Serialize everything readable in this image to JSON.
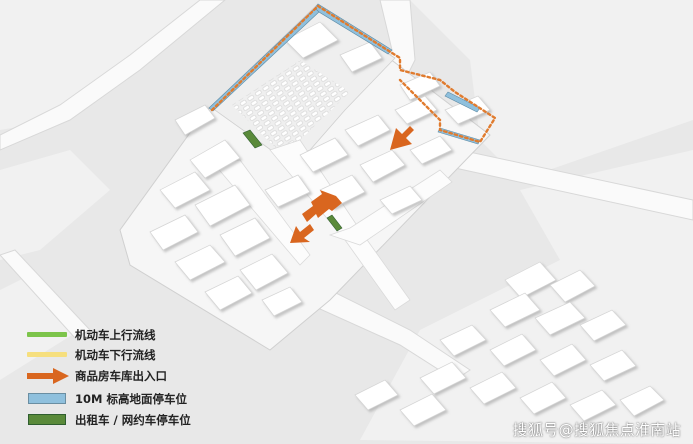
{
  "legend": {
    "items": [
      {
        "label": "机动车上行流线",
        "kind": "line",
        "color": "#7cc44a"
      },
      {
        "label": "机动车下行流线",
        "kind": "line",
        "color": "#f6df7e"
      },
      {
        "label": "商品房车库出入口",
        "kind": "arrow",
        "color": "#d9661f"
      },
      {
        "label": "10M 标高地面停车位",
        "kind": "box",
        "color": "#8fc0dd"
      },
      {
        "label": "出租车 / 网约车停车位",
        "kind": "box",
        "color": "#5a8a3a"
      }
    ]
  },
  "watermark": "搜狐号@搜狐焦点淮南站",
  "colors": {
    "ground": "#e9e9e9",
    "block": "#f7f7f7",
    "road": "#fbfbfb",
    "building": "#ffffff",
    "route_orange": "#e07b2e",
    "arrow": "#d9661f",
    "parking_blue": "#8fc0dd",
    "taxi_green": "#5a8a3a"
  }
}
